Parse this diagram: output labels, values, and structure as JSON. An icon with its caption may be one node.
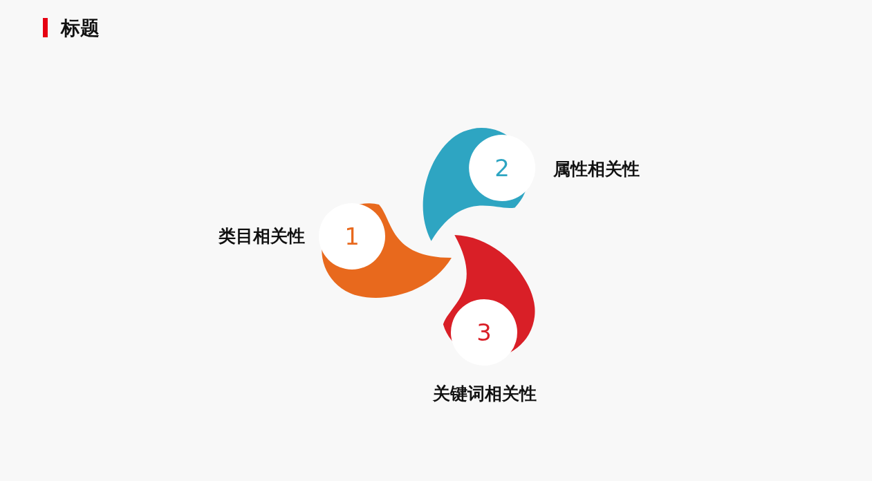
{
  "diagram": {
    "title": "标题",
    "nodes": [
      {
        "text": [
          "1"
        ],
        "beside": [
          "类目相关性"
        ]
      },
      {
        "text": [
          "2"
        ],
        "beside": [
          "属性相关性"
        ]
      },
      {
        "text": [
          "3"
        ],
        "beside": [
          "关键词相关性"
        ]
      }
    ]
  }
}
